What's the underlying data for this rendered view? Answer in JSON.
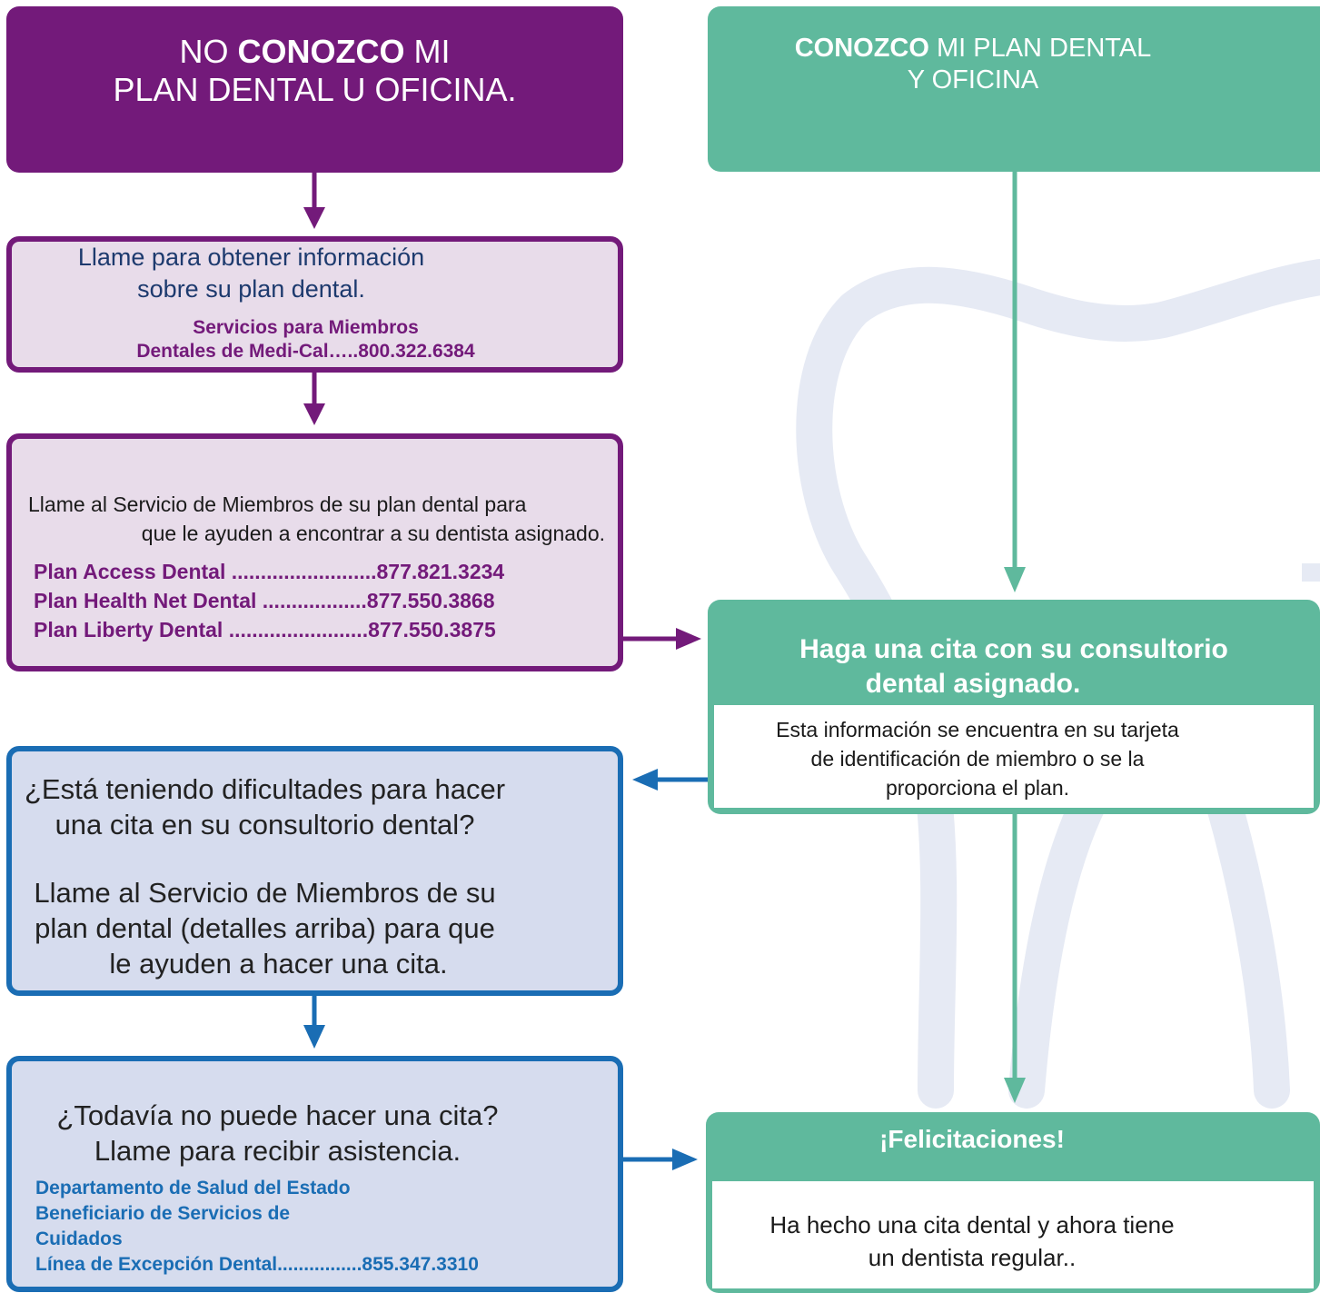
{
  "colors": {
    "purple": "#731a7a",
    "purple_light": "#e8dcea",
    "green": "#5fb99d",
    "blue": "#1a6db4",
    "blue_light": "#d6dcee",
    "tooth_outline": "#e6eaf4"
  },
  "left_header": {
    "line1_pre": "NO ",
    "line1_bold": "CONOZCO",
    "line1_post": " MI",
    "line2": "PLAN DENTAL U OFICINA."
  },
  "right_header": {
    "line1_bold": "CONOZCO",
    "line1_post": " MI PLAN DENTAL",
    "line2": "Y OFICINA"
  },
  "call_info": {
    "line1": "Llame para obtener información",
    "line2": "sobre su plan dental.",
    "service_line1": "Servicios para Miembros",
    "service_line2": "Dentales de Medi-Cal…..800.322.6384"
  },
  "member_services": {
    "line1": "Llame al Servicio de Miembros de su plan dental para",
    "line2": "que le ayuden a encontrar a su dentista asignado.",
    "plans": [
      "Plan Access Dental .........................877.821.3234",
      "Plan Health Net Dental ..................877.550.3868",
      "Plan Liberty Dental ........................877.550.3875"
    ]
  },
  "appointment": {
    "title_line1": "Haga una cita con su consultorio",
    "title_line2": "dental asignado.",
    "body_line1": "Esta información se encuentra en su tarjeta",
    "body_line2": "de identificación de miembro o se la",
    "body_line3": "proporciona el plan."
  },
  "difficulty": {
    "line1": "¿Está teniendo dificultades para hacer",
    "line2": "una cita en su consultorio dental?",
    "line3": "Llame al Servicio de Miembros de su",
    "line4": "plan dental (detalles arriba) para que",
    "line5": "le ayuden a hacer una cita."
  },
  "still": {
    "line1": "¿Todavía no puede hacer una cita?",
    "line2": "Llame para recibir asistencia.",
    "dept_line1": "Departamento de Salud del Estado",
    "dept_line2": "Beneficiario de Servicios de",
    "dept_line3": "Cuidados",
    "dept_line4": "Línea de Excepción Dental................855.347.3310"
  },
  "congrats": {
    "title": "¡Felicitaciones!",
    "body_line1": "Ha hecho una cita dental y ahora tiene",
    "body_line2": "un dentista regular.."
  }
}
